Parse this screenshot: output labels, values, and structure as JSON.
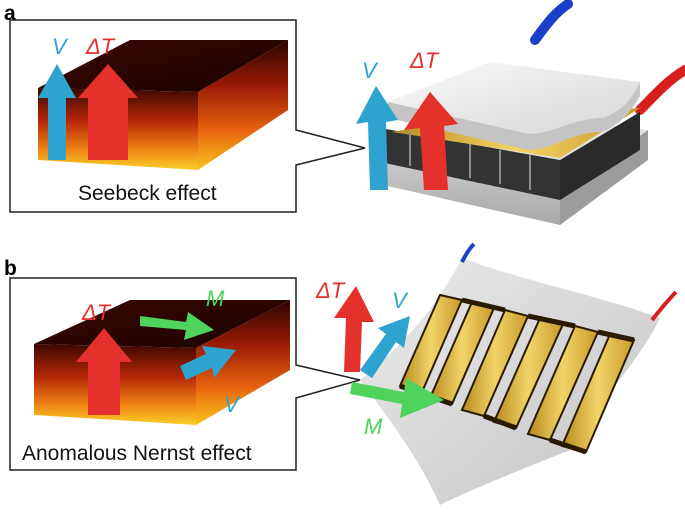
{
  "panel_a": {
    "letter": "a",
    "caption": "Seebeck effect",
    "voltage_symbol": "V",
    "temp_gradient_symbol": "ΔT"
  },
  "panel_b": {
    "letter": "b",
    "caption": "Anomalous Nernst effect",
    "voltage_symbol": "V",
    "temp_gradient_symbol": "ΔT",
    "magnetization_symbol": "M"
  },
  "colors": {
    "voltage_arrow": "#2fa3cf",
    "temp_arrow": "#e4312b",
    "magnetization_arrow": "#4fd35a",
    "block_top": "#2a0500",
    "block_hot": "#f5c21a",
    "gold_strip": "#e8c34a",
    "wire_blue": "#1a3fc8",
    "wire_red": "#d81e1e"
  }
}
